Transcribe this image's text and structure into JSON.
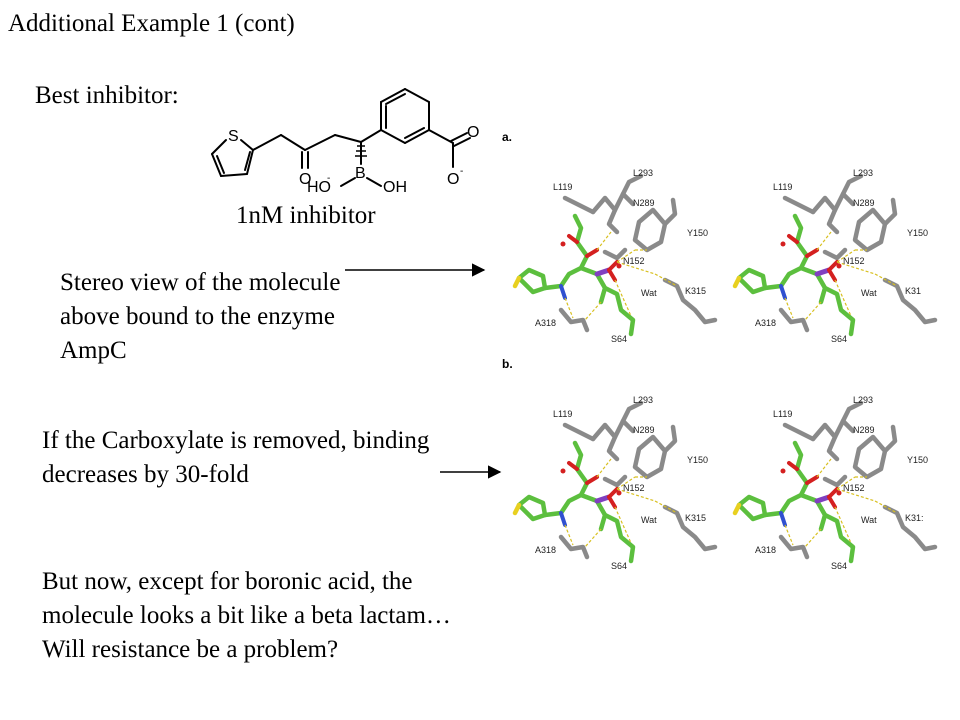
{
  "slide": {
    "title": "Additional Example 1 (cont)",
    "best_inhibitor_label": "Best inhibitor:",
    "inhibitor_caption": "1nM inhibitor",
    "stereo_caption": "Stereo view of the molecule above bound to the enzyme AmpC",
    "carboxylate_caption": "If the Carboxylate is removed, binding decreases by 30-fold",
    "question_text": "But now, except for boronic acid, the molecule looks a bit like a beta lactam…Will resistance be a problem?"
  },
  "molecule": {
    "atoms": {
      "sulfur": "S",
      "ketone_oxygen": "O",
      "boron": "B",
      "hydroxyl_left": "HO",
      "hydroxyl_right": "OH",
      "carboxyl_oxygen_top": "O",
      "carboxyl_oxygen_bottom": "O",
      "charge": "-"
    }
  },
  "figure": {
    "panel_a": "a.",
    "panel_b": "b.",
    "residues": {
      "l119": "L119",
      "l293": "L293",
      "n289": "N289",
      "y150": "Y150",
      "n152": "N152",
      "k315": "K315",
      "k315_cut": "K31",
      "k315_cut_b": "K31:",
      "wat": "Wat",
      "a318": "A318",
      "s64": "S64"
    },
    "colors": {
      "protein": "#8a8a8a",
      "ligand": "#5cbf3e",
      "oxygen": "#d42020",
      "nitrogen": "#3050d0",
      "sulfur": "#e8d020",
      "boron": "#8040c0",
      "hbond": "#d8c020"
    }
  }
}
